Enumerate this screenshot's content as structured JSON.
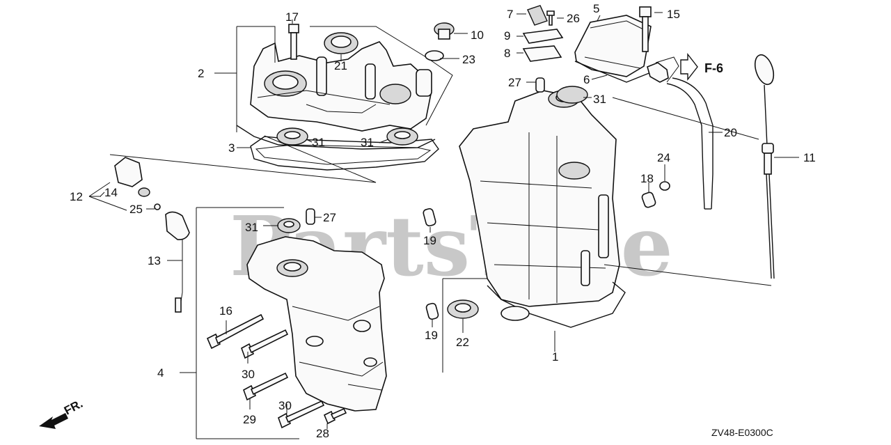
{
  "watermark": "PartsTree",
  "diagram_code": "ZV48-E0300C",
  "front_label": "FR.",
  "reference": "F-6",
  "callouts": [
    "1",
    "2",
    "3",
    "4",
    "5",
    "6",
    "7",
    "8",
    "9",
    "10",
    "11",
    "12",
    "13",
    "14",
    "15",
    "16",
    "17",
    "18",
    "19",
    "19",
    "20",
    "21",
    "22",
    "23",
    "24",
    "25",
    "26",
    "27",
    "27",
    "28",
    "29",
    "30",
    "30",
    "31",
    "31",
    "31",
    "31"
  ]
}
